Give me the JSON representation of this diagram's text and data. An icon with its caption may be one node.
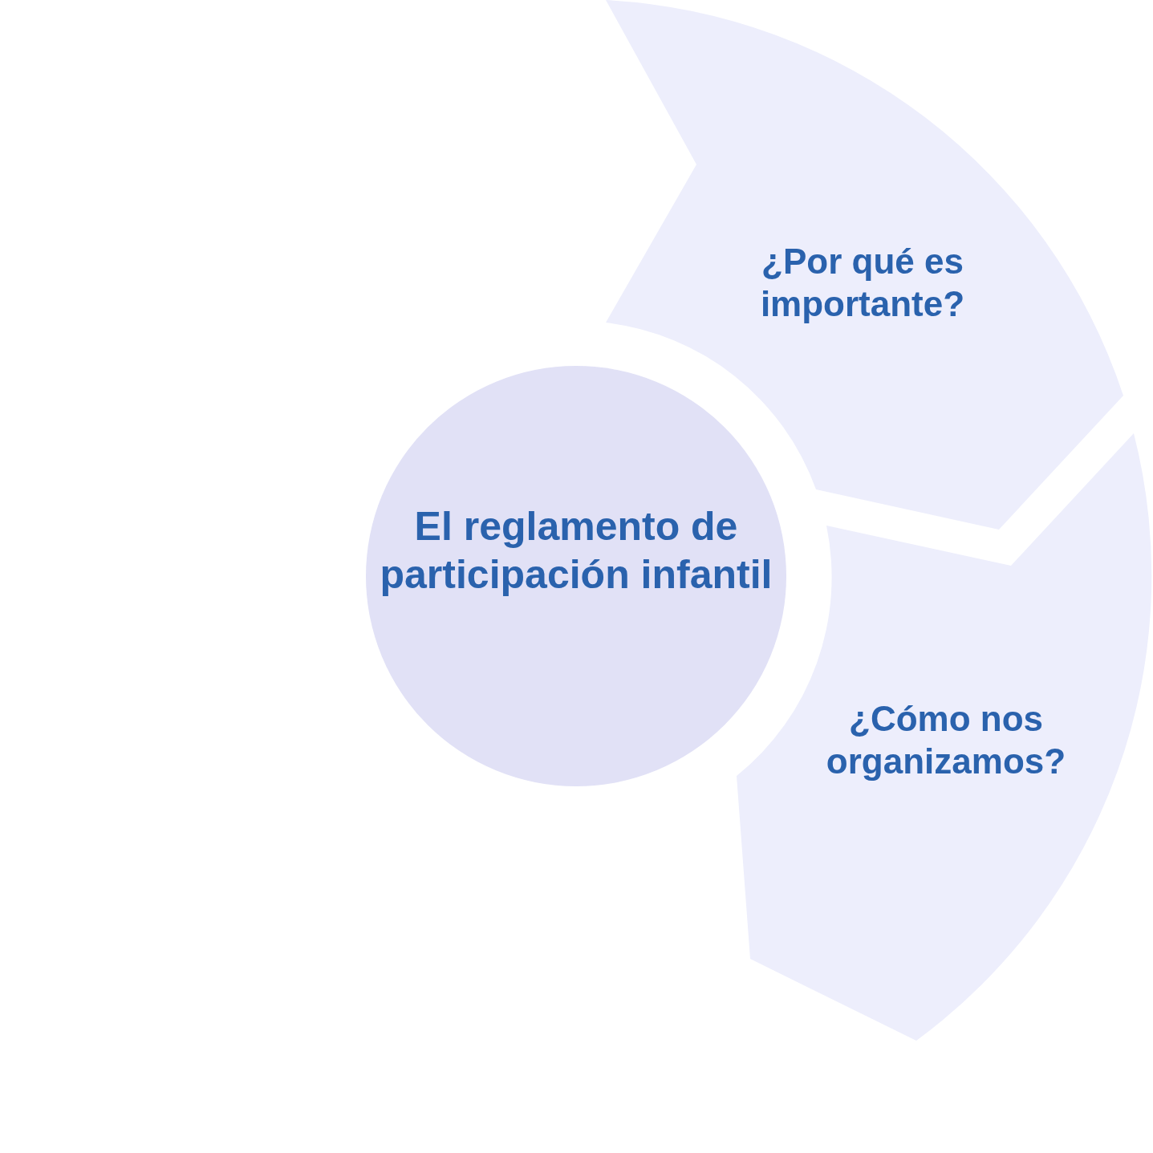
{
  "diagram": {
    "nodes": [
      {
        "text": [
          "El reglamento de participación infantil"
        ]
      },
      {
        "text": [
          "¿Por qué es importante?"
        ]
      },
      {
        "text": [
          "¿Cómo nos organizamos?"
        ]
      }
    ],
    "edges": []
  }
}
